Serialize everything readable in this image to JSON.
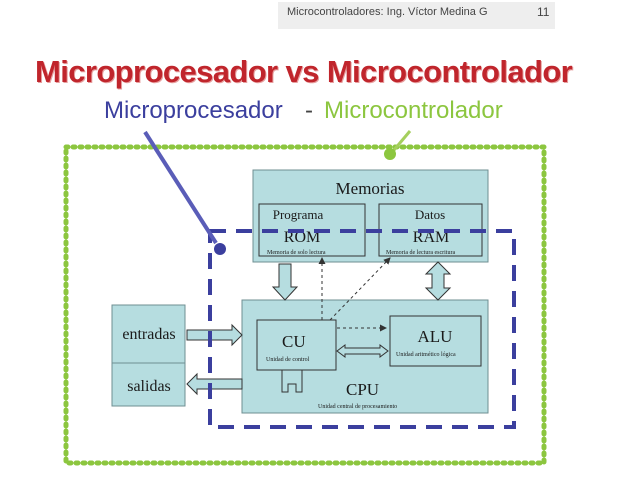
{
  "header": {
    "text": "Microcontroladores: Ing. Víctor Medina G",
    "page_number": "11"
  },
  "slide": {
    "title": "Microprocesador vs Microcontrolador",
    "subtitle_left": "Microprocesador",
    "subtitle_separator": "-",
    "subtitle_right": "Microcontrolador"
  },
  "diagram": {
    "memorias": {
      "title": "Memorias",
      "programa": {
        "label": "Programa",
        "type": "ROM",
        "desc": "Memoria de solo lectura"
      },
      "datos": {
        "label": "Datos",
        "type": "RAM",
        "desc": "Memoria de lectura escritura"
      }
    },
    "io": {
      "inputs": "entradas",
      "outputs": "salidas"
    },
    "cpu": {
      "label": "CPU",
      "desc": "Unidad central de procesamiento",
      "cu": {
        "label": "CU",
        "desc": "Unidad de control"
      },
      "alu": {
        "label": "ALU",
        "desc": "Unidad aritmético lógica"
      }
    }
  },
  "colors": {
    "title": "#c0252c",
    "microprocesador": "#3b3f9e",
    "microcontrolador": "#8cc63f",
    "block_fill": "#b6dde0",
    "block_stroke": "#6f8f92"
  }
}
